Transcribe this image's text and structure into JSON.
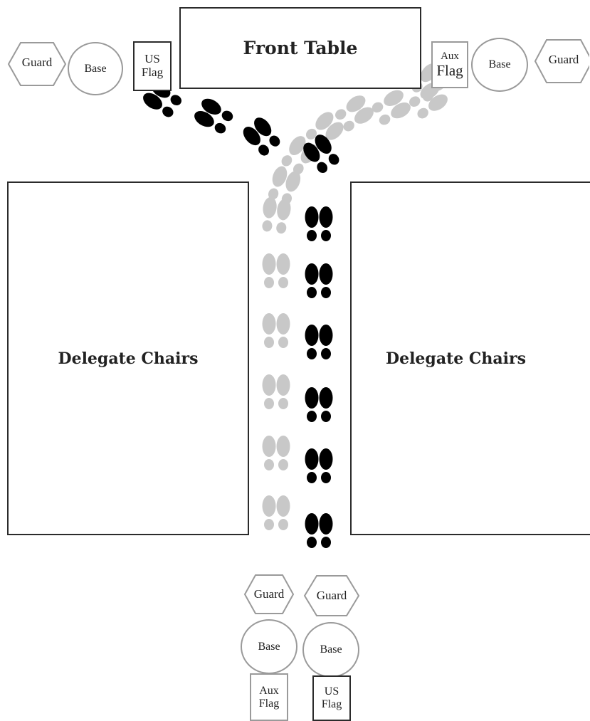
{
  "front_table": {
    "label": "Front Table"
  },
  "delegate_left": {
    "label": "Delegate Chairs"
  },
  "delegate_right": {
    "label": "Delegate Chairs"
  },
  "top_left": {
    "guard": "Guard",
    "base": "Base",
    "flag_line1": "US",
    "flag_line2": "Flag"
  },
  "top_right": {
    "flag_line1": "Aux",
    "flag_line2": "Flag",
    "base": "Base",
    "guard": "Guard"
  },
  "bottom_left": {
    "guard": "Guard",
    "base": "Base",
    "flag_line1": "Aux",
    "flag_line2": "Flag"
  },
  "bottom_right": {
    "guard": "Guard",
    "base": "Base",
    "flag_line1": "US",
    "flag_line2": "Flag"
  },
  "colors": {
    "us_path": "#000000",
    "aux_path": "#c8c8c8",
    "border_dark": "#2b2b2b",
    "border_gray": "#9a9a9a"
  }
}
